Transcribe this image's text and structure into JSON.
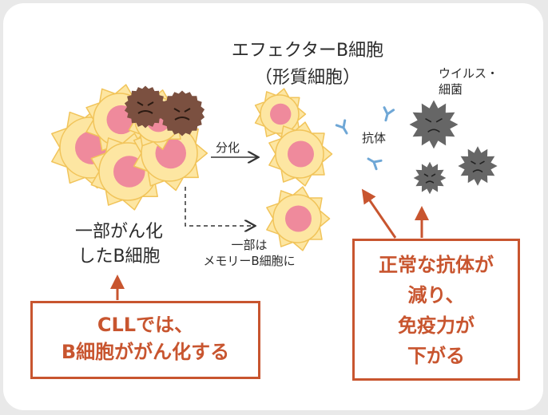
{
  "diagram": {
    "title_line1": "エフェクターB細胞",
    "title_line2": "（形質細胞）",
    "arrow_label": "分化",
    "antibody_label": "抗体",
    "virus_label": [
      "ウイルス・",
      "細菌"
    ],
    "cancer_label": [
      "一部がん化",
      "したB細胞"
    ],
    "memory_label": [
      "一部は",
      "メモリーB細胞に"
    ],
    "callout_left": [
      "CLLでは、",
      "B細胞ががん化する"
    ],
    "callout_right": [
      "正常な抗体が",
      "減り、",
      "免疫力が",
      "下がる"
    ]
  },
  "colors": {
    "callout": "#c8552f",
    "cell_body": "#fde6a2",
    "cell_nucleus": "#ef8a9c",
    "cancer_cell": "#7b5040",
    "virus": "#666666",
    "antibody": "#6fa7d6"
  }
}
